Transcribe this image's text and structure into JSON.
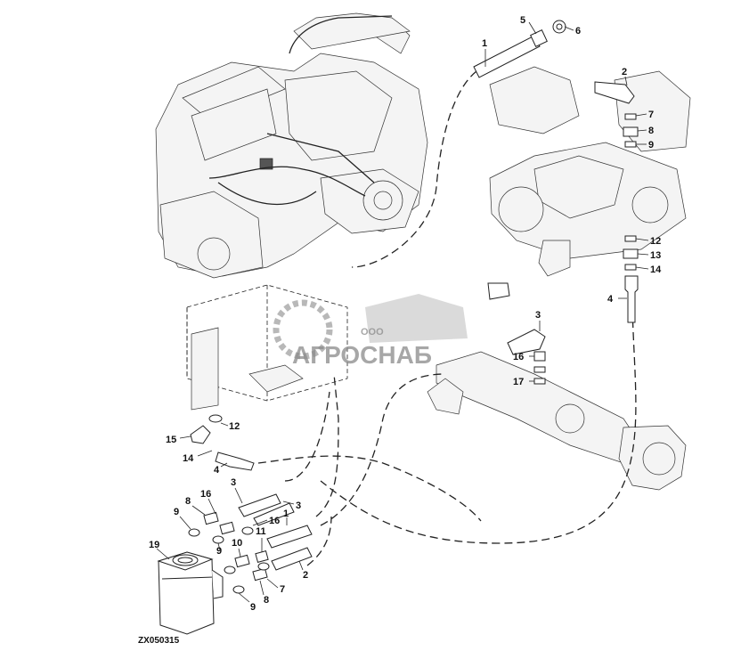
{
  "diagram": {
    "drawing_id": "ZX050315",
    "watermark": {
      "line1": "ООО",
      "line2": "АГРОСНАБ"
    },
    "callouts": {
      "c1_top": "1",
      "c2_top": "2",
      "c4_right": "4",
      "c5_top": "5",
      "c6_top": "6",
      "c7_right": "7",
      "c8_right": "8",
      "c9_right": "9",
      "c12_right": "12",
      "c13_right": "13",
      "c14_right": "14",
      "c3_mid": "3",
      "c16_mid": "16",
      "c17_mid": "17",
      "c12_left": "12",
      "c15_left": "15",
      "c14_left": "14",
      "c4_left": "4",
      "c3_bottom_a": "3",
      "c3_bottom_b": "3",
      "c8_bottom_a": "8",
      "c16_bottom_a": "16",
      "c9_bottom_a": "9",
      "c16_bottom_b": "16",
      "c1_bottom": "1",
      "c9_bottom_b": "9",
      "c10_bottom": "10",
      "c11_bottom": "11",
      "c7_bottom": "7",
      "c2_bottom": "2",
      "c8_bottom_b": "8",
      "c9_bottom_c": "9",
      "c19_bottom": "19"
    }
  }
}
